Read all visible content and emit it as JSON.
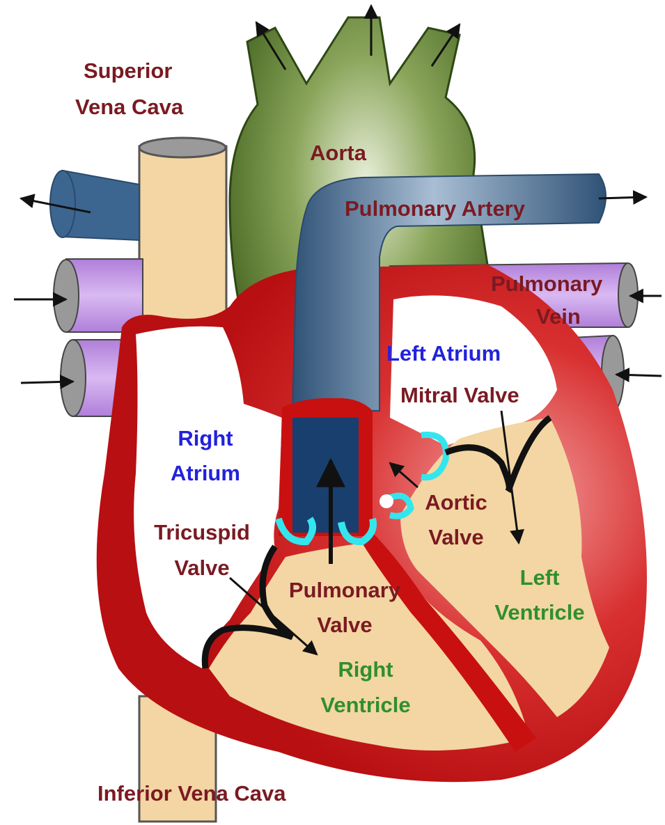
{
  "diagram": {
    "colors": {
      "oxygen_poor_label": "#2222dd",
      "valve_vessel_label": "#7a1a22",
      "ventricle_label": "#2f8f2f",
      "aorta": "#4c6f22",
      "pulmonary_artery": "#3c6690",
      "pulmonary_vein": "#c79ae6",
      "vena_cava": "#f3d6a3",
      "heart_wall": "#d01818",
      "valve": "#33e6ee"
    },
    "labels": {
      "superior_vena_cava_1": "Superior",
      "superior_vena_cava_2": "Vena Cava",
      "aorta": "Aorta",
      "pulmonary_artery": "Pulmonary Artery",
      "pulmonary_vein_1": "Pulmonary",
      "pulmonary_vein_2": "Vein",
      "left_atrium": "Left Atrium",
      "mitral_valve": "Mitral Valve",
      "right_atrium_1": "Right",
      "right_atrium_2": "Atrium",
      "aortic_valve_1": "Aortic",
      "aortic_valve_2": "Valve",
      "tricuspid_valve_1": "Tricuspid",
      "tricuspid_valve_2": "Valve",
      "left_ventricle_1": "Left",
      "left_ventricle_2": "Ventricle",
      "pulmonary_valve_1": "Pulmonary",
      "pulmonary_valve_2": "Valve",
      "right_ventricle_1": "Right",
      "right_ventricle_2": "Ventricle",
      "inferior_vena_cava": "Inferior Vena Cava"
    }
  }
}
